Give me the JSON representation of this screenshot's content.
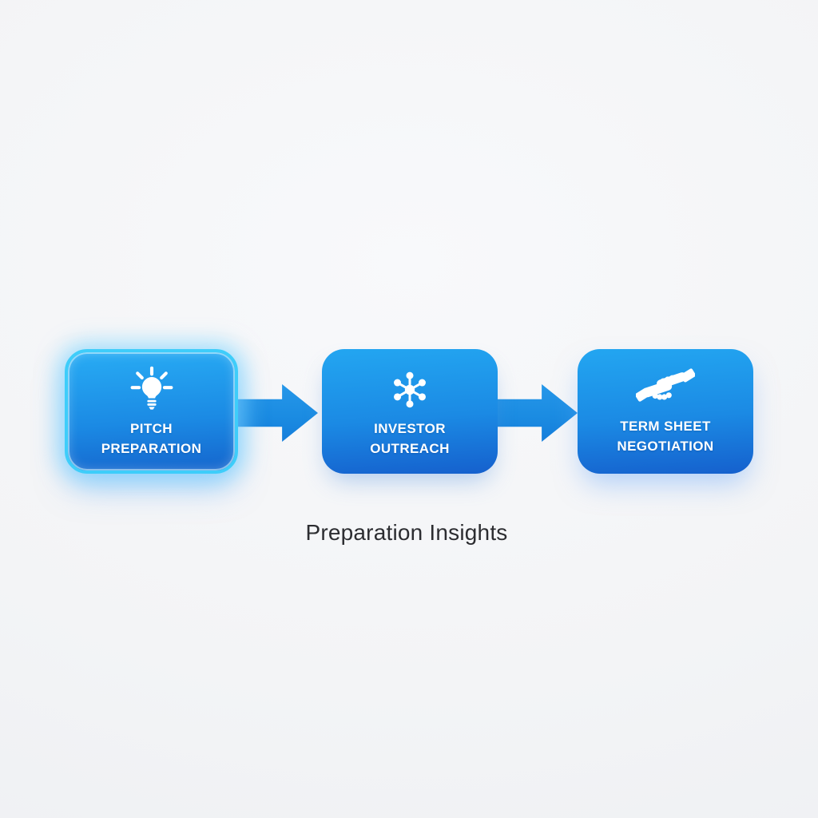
{
  "flow": {
    "steps": [
      {
        "id": "pitch-preparation",
        "label_line1": "PITCH",
        "label_line2": "PREPARATION",
        "icon": "lightbulb-icon",
        "state": "active"
      },
      {
        "id": "investor-outreach",
        "label_line1": "INVESTOR",
        "label_line2": "OUTREACH",
        "icon": "network-hub-icon",
        "state": "default"
      },
      {
        "id": "term-sheet-negotiation",
        "label_line1": "TERM SHEET",
        "label_line2": "NEGOTIATION",
        "icon": "handshake-icon",
        "state": "default"
      }
    ]
  },
  "caption": {
    "text": "Preparation Insights"
  },
  "colors": {
    "step_gradient_top": "#23a6f1",
    "step_gradient_bottom": "#1560cd",
    "active_border": "#3ecdfa",
    "active_glow": "#9adeff",
    "arrow": "#1b8ce2",
    "step_text": "#ffffff",
    "caption_text": "#2c2d31",
    "background": "#f2f3f5"
  }
}
